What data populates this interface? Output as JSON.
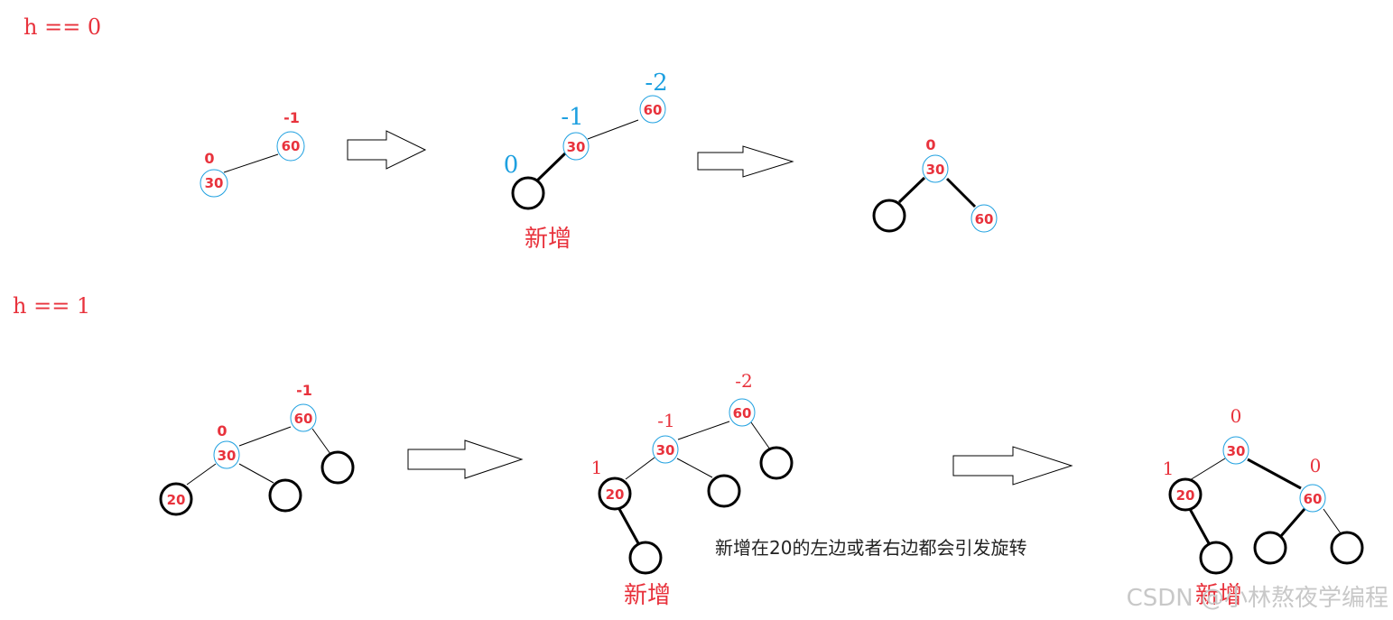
{
  "headings": {
    "h0": "h == 0",
    "h1": "h == 1"
  },
  "nodes": {
    "n30": "30",
    "n60": "60",
    "n20": "20"
  },
  "balance": {
    "zero": "0",
    "minus_one": "-1",
    "minus_two": "-2",
    "one": "1"
  },
  "annotations": {
    "new_insert": "新增",
    "note": "新增在20的左边或者右边都会引发旋转"
  },
  "watermark": "CSDN @小林熬夜学编程",
  "colors": {
    "red": "#e8323c",
    "blue": "#1ea0e0",
    "black": "#000000"
  }
}
